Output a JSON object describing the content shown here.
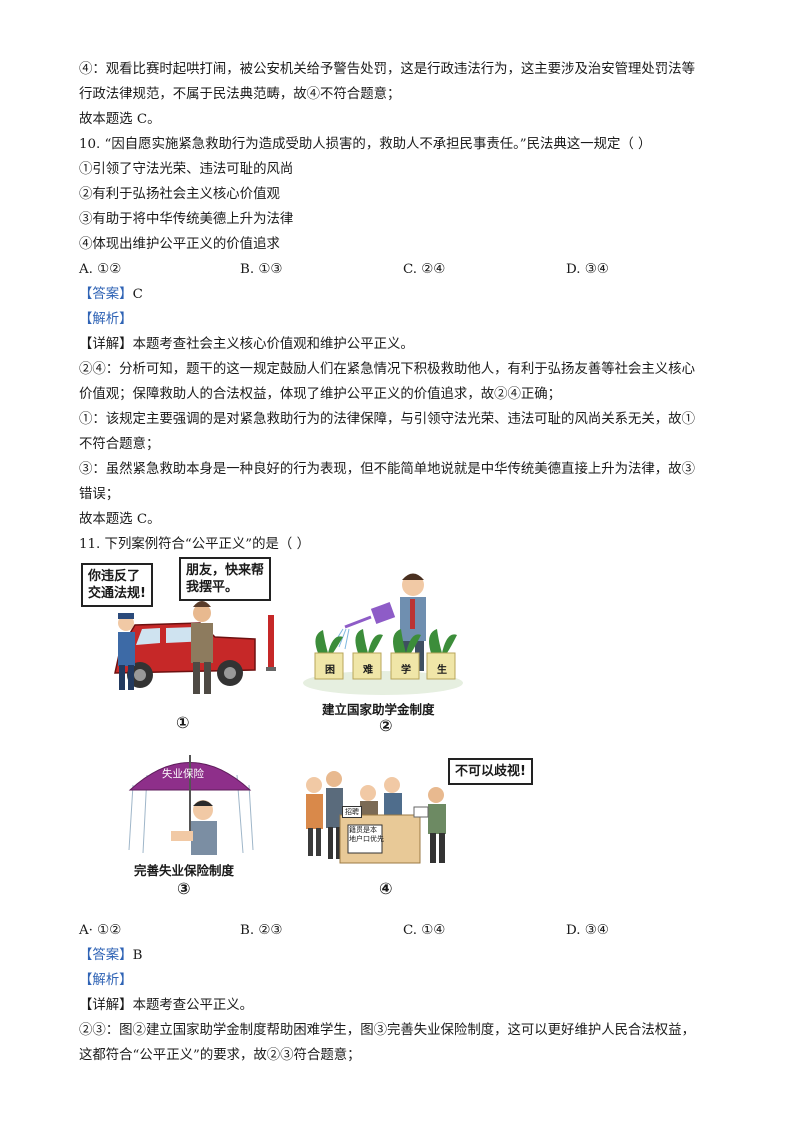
{
  "top": {
    "l1": "④：观看比赛时起哄打闹，被公安机关给予警告处罚，这是行政违法行为，这主要涉及治安管理处罚法等",
    "l2": "行政法律规范，不属于民法典范畴，故④不符合题意；",
    "l3": "故本题选 C。"
  },
  "q10": {
    "stem": "10. “因自愿实施紧急救助行为造成受助人损害的，救助人不承担民事责任。”民法典这一规定（    ）",
    "s1": "①引领了守法光荣、违法可耻的风尚",
    "s2": "②有利于弘扬社会主义核心价值观",
    "s3": "③有助于将中华传统美德上升为法律",
    "s4": "④体现出维护公平正义的价值追求",
    "optA": "A. ①②",
    "optB": "B. ①③",
    "optC": "C. ②④",
    "optD": "D. ③④",
    "answer_tag": "【答案】",
    "answer": "C",
    "analysis_tag": "【解析】",
    "detail_tag": "【详解】",
    "detail": "本题考查社会主义核心价值观和维护公平正义。",
    "e1": "②④：分析可知，题干的这一规定鼓励人们在紧急情况下积极救助他人，有利于弘扬友善等社会主义核心",
    "e2": "价值观；保障救助人的合法权益，体现了维护公平正义的价值追求，故②④正确；",
    "e3": "①：该规定主要强调的是对紧急救助行为的法律保障，与引领守法光荣、违法可耻的风尚关系无关，故①",
    "e4": "不符合题意；",
    "e5": "③：虽然紧急救助本身是一种良好的行为表现，但不能简单地说就是中华传统美德直接上升为法律，故③",
    "e6": "错误；",
    "e7": "故本题选 C。"
  },
  "q11": {
    "stem": "11. 下列案例符合“公平正义”的是（    ）",
    "img1_bubble1": "你违反了\n交通法规!",
    "img1_bubble2": "朋友，快来帮\n我摆平。",
    "img1_num": "①",
    "img2_pots": [
      "困",
      "难",
      "学",
      "生"
    ],
    "img2_caption": "建立国家助学金制度",
    "img2_num": "②",
    "img3_umbrella": "失业保险",
    "img3_caption": "完善失业保险制度",
    "img3_num": "③",
    "img4_bubble": "不可以歧视!",
    "img4_sign1": "招聘",
    "img4_sign2": "籍贯是本\n地户口优先",
    "img4_num": "④",
    "optA": "A· ①②",
    "optB": "B. ②③",
    "optC": "C. ①④",
    "optD": "D. ③④",
    "answer_tag": "【答案】",
    "answer": "B",
    "analysis_tag": "【解析】",
    "detail_tag": "【详解】",
    "detail": "本题考查公平正义。",
    "e1": "②③：图②建立国家助学金制度帮助困难学生，图③完善失业保险制度，这可以更好维护人民合法权益，",
    "e2": "这都符合“公平正义”的要求，故②③符合题意；"
  },
  "colors": {
    "accent": "#2f63b5"
  }
}
